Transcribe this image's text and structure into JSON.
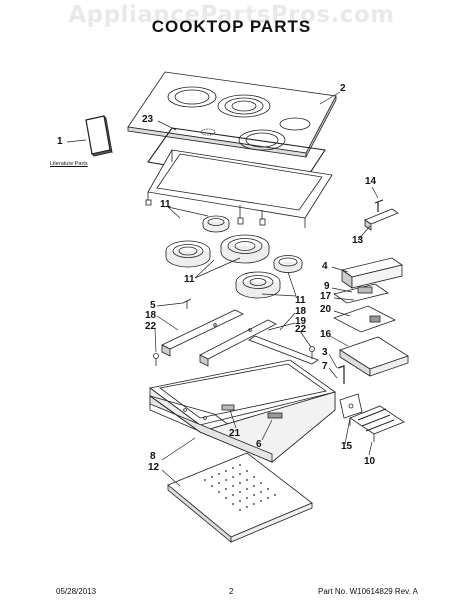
{
  "header": {
    "watermark": "AppliancePartsPros.com",
    "title": "COOKTOP PARTS"
  },
  "callouts": {
    "c1": "1",
    "c2": "2",
    "c3": "3",
    "c4": "4",
    "c5": "5",
    "c6": "6",
    "c7": "7",
    "c8": "8",
    "c9": "9",
    "c10": "10",
    "c11a": "11",
    "c11b": "11",
    "c11c": "11",
    "c12": "12",
    "c13": "13",
    "c14": "14",
    "c15": "15",
    "c16": "16",
    "c17": "17",
    "c18a": "18",
    "c18b": "18",
    "c19": "19",
    "c20": "20",
    "c21": "21",
    "c22a": "22",
    "c22b": "22",
    "c23": "23"
  },
  "literature_label": "Literature Parts",
  "footer": {
    "date": "05/28/2013",
    "page": "2",
    "part_no": "Part No. W10614829  Rev. A"
  }
}
